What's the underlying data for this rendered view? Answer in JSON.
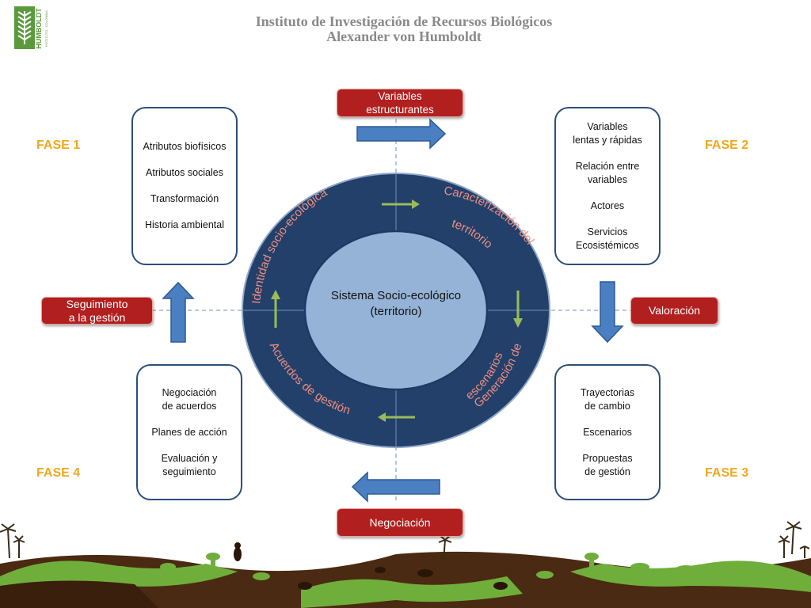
{
  "header": {
    "logo_text": "HUMBOLDT",
    "logo_subtext": "INSTITUTO · COLOMBIA",
    "title_line1": "Instituto de Investigación de Recursos Biológicos",
    "title_line2": "Alexander von Humboldt"
  },
  "phases": {
    "fase1": "FASE 1",
    "fase2": "FASE 2",
    "fase3": "FASE 3",
    "fase4": "FASE 4"
  },
  "red_labels": {
    "top": "Variables\nestructurantes",
    "right": "Valoración",
    "bottom": "Negociación",
    "left": "Seguimiento\na la gestión"
  },
  "boxes": {
    "top_left": [
      "Atributos biofísicos",
      "Atributos sociales",
      "Transformación",
      "Historia ambiental"
    ],
    "top_right": [
      "Variables\nlentas y rápidas",
      "Relación entre\nvariables",
      "Actores",
      "Servicios\nEcosistémicos"
    ],
    "bottom_right": [
      "Trayectorias\nde cambio",
      "Escenarios",
      "Propuestas\nde gestión"
    ],
    "bottom_left": [
      "Negociación\nde acuerdos",
      "Planes de acción",
      "Evaluación y\nseguimiento"
    ]
  },
  "center": {
    "line1": "Sistema Socio-ecológico",
    "line2": "(territorio)"
  },
  "ring_labels": {
    "top_left": "Identidad socio-ecológica",
    "top_right_1": "Caracterización del",
    "top_right_2": "territorio",
    "bottom_right_1": "Generación de",
    "bottom_right_2": "escenarios",
    "bottom_left": "Acuerdos de gestión"
  },
  "colors": {
    "ring": "#23406a",
    "inner": "#95b3d7",
    "red": "#b21f1f",
    "blue_arrow": "#4a7fc1",
    "green_arrow": "#9bbb59",
    "phase": "#f0a81e"
  }
}
